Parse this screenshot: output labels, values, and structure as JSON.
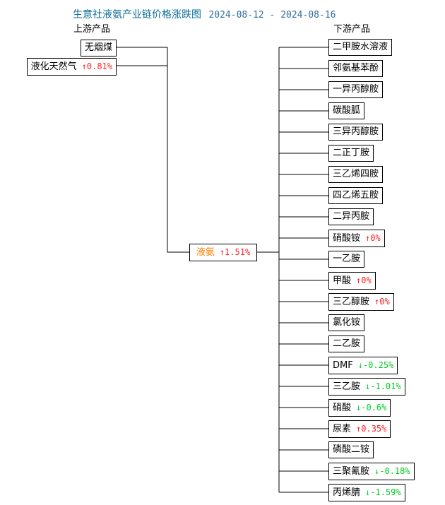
{
  "header": {
    "title": "生意社液氨产业链价格涨跌图",
    "date_range": "2024-08-12 - 2024-08-16",
    "upstream_label": "上游产品",
    "downstream_label": "下游产品"
  },
  "icons": {
    "up_arrow": "↑",
    "down_arrow": "↓"
  },
  "colors": {
    "title": "#0d6d97",
    "date": "#2f6f9f",
    "up": "#ff2222",
    "down": "#00cc22",
    "center_name": "#ff8000",
    "box_border": "#000000",
    "line": "#000000",
    "text": "#000000",
    "background": "#ffffff"
  },
  "chain": {
    "upstream": [
      {
        "name": "无烟煤"
      },
      {
        "name": "液化天然气",
        "direction": "up",
        "change": "0.81%"
      }
    ],
    "center": {
      "name": "液氨",
      "direction": "up",
      "change": "1.51%"
    },
    "downstream": [
      {
        "name": "二甲胺水溶液"
      },
      {
        "name": "邻氨基苯酚"
      },
      {
        "name": "一异丙醇胺"
      },
      {
        "name": "碳酸胍"
      },
      {
        "name": "三异丙醇胺"
      },
      {
        "name": "二正丁胺"
      },
      {
        "name": "三乙烯四胺"
      },
      {
        "name": "四乙烯五胺"
      },
      {
        "name": "二异丙胺"
      },
      {
        "name": "硝酸铵",
        "direction": "up",
        "change": "0%"
      },
      {
        "name": "一乙胺"
      },
      {
        "name": "甲酸",
        "direction": "up",
        "change": "0%"
      },
      {
        "name": "三乙醇胺",
        "direction": "up",
        "change": "0%"
      },
      {
        "name": "氯化铵"
      },
      {
        "name": "二乙胺"
      },
      {
        "name": "DMF",
        "direction": "down",
        "change": "-0.25%"
      },
      {
        "name": "三乙胺",
        "direction": "down",
        "change": "-1.01%"
      },
      {
        "name": "硝酸",
        "direction": "down",
        "change": "-0.6%"
      },
      {
        "name": "尿素",
        "direction": "up",
        "change": "0.35%"
      },
      {
        "name": "磷酸二铵"
      },
      {
        "name": "三聚氰胺",
        "direction": "down",
        "change": "-0.18%"
      },
      {
        "name": "丙烯腈",
        "direction": "down",
        "change": "-1.59%"
      }
    ]
  }
}
